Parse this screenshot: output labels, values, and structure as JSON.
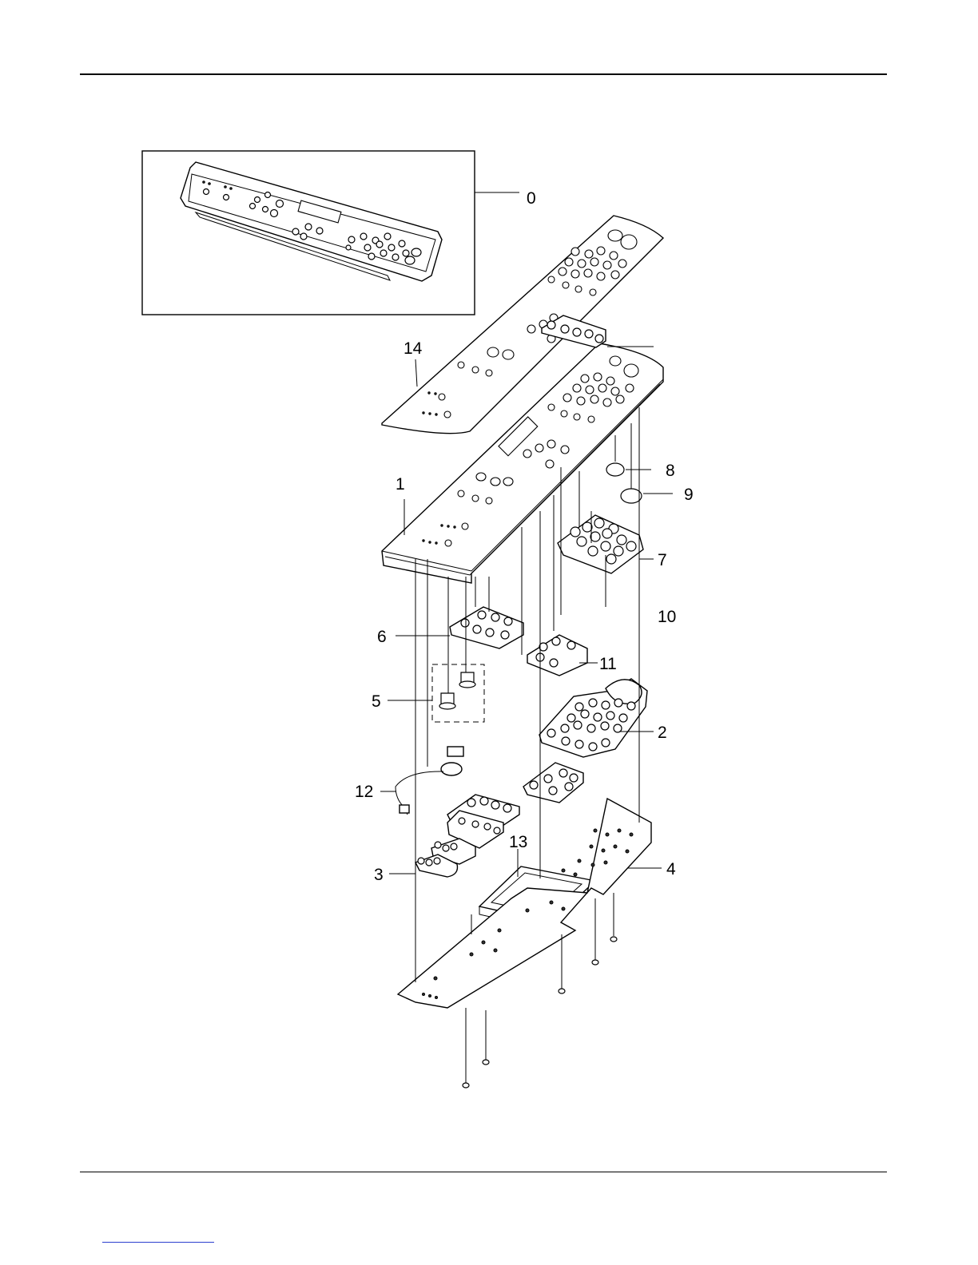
{
  "callouts": [
    {
      "id": "0",
      "label": "0"
    },
    {
      "id": "1",
      "label": "1"
    },
    {
      "id": "2",
      "label": "2"
    },
    {
      "id": "3",
      "label": "3"
    },
    {
      "id": "4",
      "label": "4"
    },
    {
      "id": "5",
      "label": "5"
    },
    {
      "id": "6",
      "label": "6"
    },
    {
      "id": "7",
      "label": "7"
    },
    {
      "id": "8",
      "label": "8"
    },
    {
      "id": "9",
      "label": "9"
    },
    {
      "id": "10",
      "label": "10"
    },
    {
      "id": "11",
      "label": "11"
    },
    {
      "id": "12",
      "label": "12"
    },
    {
      "id": "13",
      "label": "13"
    },
    {
      "id": "14",
      "label": "14"
    }
  ],
  "colors": {
    "line": "#000000",
    "background": "#ffffff",
    "footer_link": "#2b3fcf"
  }
}
